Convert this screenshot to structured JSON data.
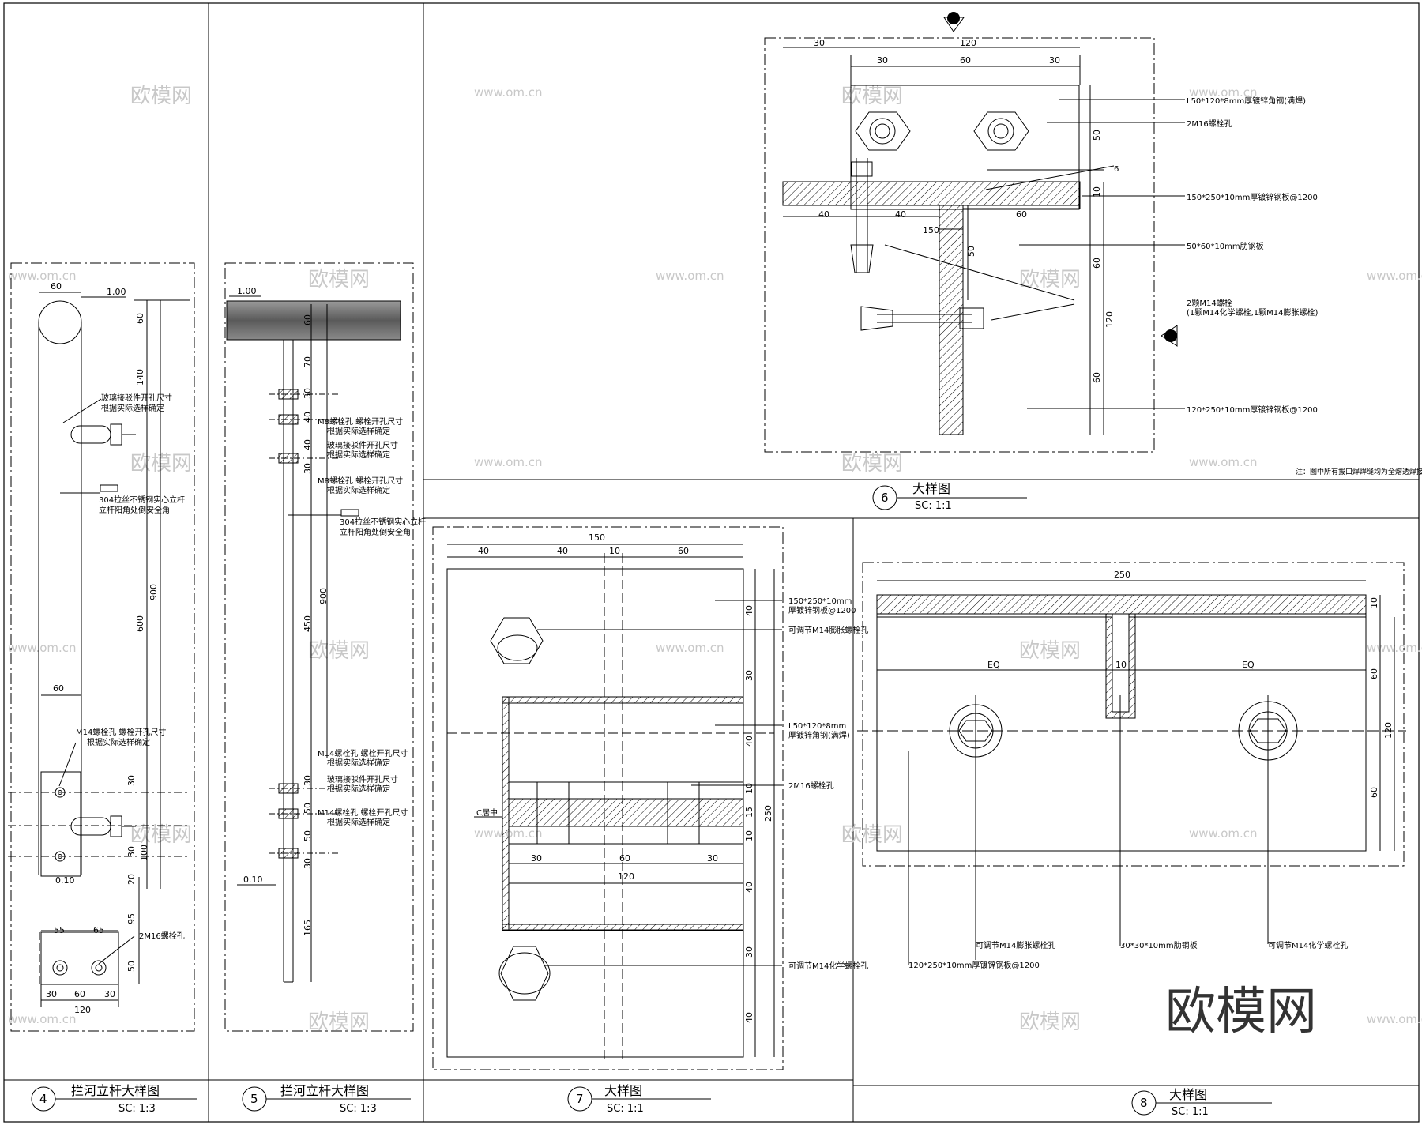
{
  "watermark": {
    "cn": "欧模网",
    "url": "www.om.cn",
    "big": "欧模网"
  },
  "details": {
    "d4": {
      "num": "4",
      "title": "拦河立杆大样图",
      "scale": "SC: 1:3",
      "dims": {
        "w60": "60",
        "r100": "1.00",
        "d60": "60",
        "d140": "140",
        "d900": "900",
        "d600": "600",
        "m60": "60",
        "d30a": "30",
        "d30b": "30",
        "d100": "100",
        "d20": "20",
        "r010": "0.10",
        "d95": "95",
        "d50": "50",
        "b55": "55",
        "b65": "65",
        "b30a": "30",
        "b60": "60",
        "b30b": "30",
        "b120": "120"
      },
      "notes": {
        "n1a": "玻璃接驳件开孔尺寸",
        "n1b": "根据实际选样确定",
        "tag": "304拉丝不锈钢实心立杆",
        "tagb": "立杆阳角处倒安全角",
        "n2a": "M14螺栓孔  螺栓开孔尺寸",
        "n2b": "根据实际选样确定",
        "n3": "2M16螺栓孔"
      }
    },
    "d5": {
      "num": "5",
      "title": "拦河立杆大样图",
      "scale": "SC: 1:3",
      "dims": {
        "r100": "1.00",
        "d60": "60",
        "d70": "70",
        "d30a": "30",
        "d40a": "40",
        "d40b": "40",
        "d30b": "30",
        "d900": "900",
        "d450": "450",
        "d30c": "30",
        "d50a": "50",
        "d50b": "50",
        "d30d": "30",
        "d165": "165",
        "r010": "0.10"
      },
      "notes": {
        "a1": "M8螺栓孔  螺栓开孔尺寸",
        "a2": "根据实际选样确定",
        "b1": "玻璃接驳件开孔尺寸",
        "b2": "根据实际选样确定",
        "c1": "M8螺栓孔  螺栓开孔尺寸",
        "c2": "根据实际选样确定",
        "tag": "304拉丝不锈钢实心立杆",
        "tagb": "立杆阳角处倒安全角",
        "e1": "M14螺栓孔  螺栓开孔尺寸",
        "e2": "根据实际选样确定",
        "f1": "玻璃接驳件开孔尺寸",
        "f2": "根据实际选样确定",
        "g1": "M14螺栓孔  螺栓开孔尺寸",
        "g2": "根据实际选样确定"
      }
    },
    "d6": {
      "num": "6",
      "title": "大样图",
      "scale": "SC: 1:1",
      "dims": {
        "t30": "30",
        "t120": "120",
        "t30b": "30",
        "t60": "60",
        "t30c": "30",
        "r50": "50",
        "r10": "10",
        "r60": "60",
        "r120": "120",
        "r60b": "60",
        "m40a": "40",
        "m40b": "40",
        "m60": "60",
        "m150": "150",
        "m50": "50"
      },
      "notes": {
        "n1": "L50*120*8mm厚镀锌角钢(满焊)",
        "n2": "2M16螺栓孔",
        "n3": "150*250*10mm厚镀锌钢板@1200",
        "n4": "50*60*10mm肋钢板",
        "n5": "2颗M14螺栓",
        "n5b": "(1颗M14化学螺栓,1颗M14膨胀螺栓)",
        "n6": "120*250*10mm厚镀锌钢板@1200",
        "sec": "6",
        "note": "注：图中所有拔口焊焊缝均为全熔透焊接。"
      }
    },
    "d7": {
      "num": "7",
      "title": "大样图",
      "scale": "SC: 1:1",
      "dims": {
        "t150": "150",
        "t40a": "40",
        "t40b": "40",
        "t10": "10",
        "t60": "60",
        "r40a": "40",
        "r30a": "30",
        "r40b": "40",
        "r10a": "10",
        "r15": "15",
        "r10b": "10",
        "r40c": "40",
        "r30b": "30",
        "r40d": "40",
        "r250": "250",
        "b30a": "30",
        "b60": "60",
        "b30b": "30",
        "b120": "120"
      },
      "notes": {
        "n1": "150*250*10mm",
        "n1b": "厚镀锌钢板@1200",
        "n2": "可调节M14膨胀螺栓孔",
        "n3": "L50*120*8mm",
        "n3b": "厚镀锌角钢(满焊)",
        "n4": "2M16螺栓孔",
        "n5": "可调节M14化学螺栓孔",
        "center": "C居中"
      }
    },
    "d8": {
      "num": "8",
      "title": "大样图",
      "scale": "SC: 1:1",
      "dims": {
        "t250": "250",
        "eq1": "EQ",
        "c10": "10",
        "eq2": "EQ",
        "r10": "10",
        "r60a": "60",
        "r120": "120",
        "r60b": "60"
      },
      "notes": {
        "n1": "可调节M14膨胀螺栓孔",
        "n2": "30*30*10mm肋钢板",
        "n3": "可调节M14化学螺栓孔",
        "n4": "120*250*10mm厚镀锌钢板@1200"
      }
    }
  }
}
